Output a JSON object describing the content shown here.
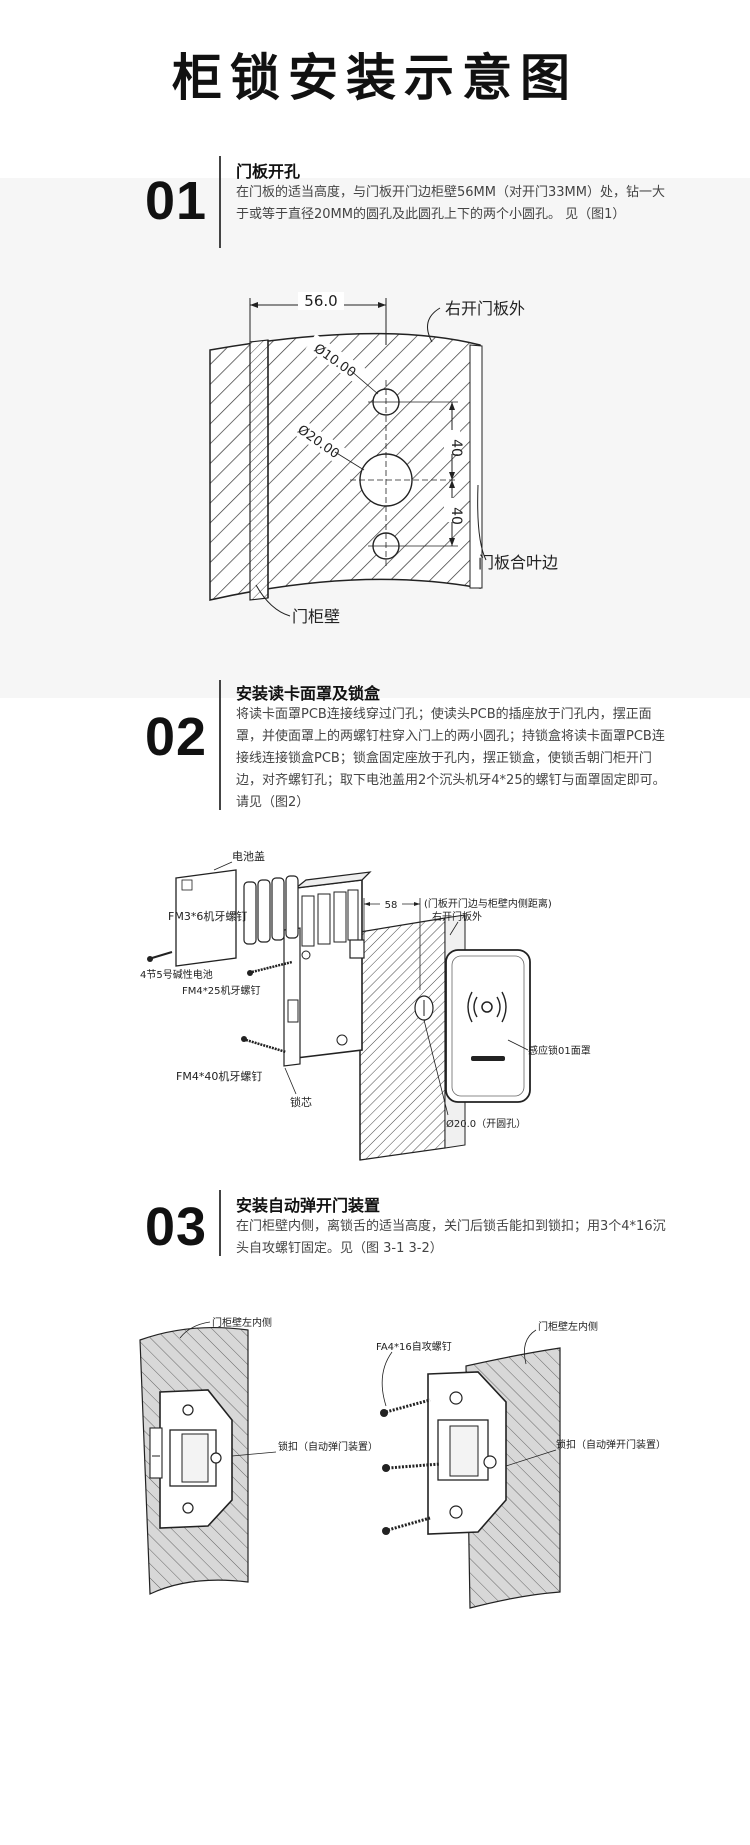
{
  "page": {
    "title": "柜锁安装示意图"
  },
  "steps": [
    {
      "num": "01",
      "title": "门板开孔",
      "body": "在门板的适当高度，与门板开门边柜壁56MM（对开门33MM）处，钻一大于或等于直径20MM的圆孔及此圆孔上下的两个小圆孔。 见（图1）",
      "labels": {
        "dim_56": "56.0",
        "d10": "Ø10.00",
        "d20": "Ø20.00",
        "dim40_top": "40",
        "dim40_bottom": "40",
        "right_outer": "右开门板外",
        "door_edge": "门板合叶边",
        "cabinet_wall": "门柜壁"
      }
    },
    {
      "num": "02",
      "title": "安装读卡面罩及锁盒",
      "body": "将读卡面罩PCB连接线穿过门孔；使读头PCB的插座放于门孔内，摆正面罩，并使面罩上的两螺钉柱穿入门上的两小圆孔；持锁盒将读卡面罩PCB连接线连接锁盒PCB；锁盒固定座放于孔内，摆正锁盒，使锁舌朝门柜开门边，对齐螺钉孔；取下电池盖用2个沉头机牙4*25的螺钉与面罩固定即可。请见（图2）",
      "labels": {
        "battery_cover": "电池盖",
        "screw_fm3": "FM3*6机牙螺钉",
        "batteries": "4节5号碱性电池",
        "screw_fm4_25": "FM4*25机牙螺钉",
        "screw_fm4_40": "FM4*40机牙螺钉",
        "lock_core": "锁芯",
        "dim_58": "58",
        "dim_58_note": "(门板开门边与柜壁内侧距离)",
        "right_outer": "右开门板外",
        "panel": "感应锁01面罩",
        "hole": "Ø20.0（开圆孔）"
      }
    },
    {
      "num": "03",
      "title": "安装自动弹开门装置",
      "body": "在门柜壁内侧，离锁舌的适当高度，关门后锁舌能扣到锁扣；用3个4*16沉头自攻螺钉固定。见（图 3-1  3-2）",
      "labels": {
        "wall_left_1": "门柜壁左内侧",
        "catch_1": "锁扣（自动弹门装置）",
        "screw_fa4": "FA4*16自攻螺钉",
        "wall_left_2": "门柜壁左内侧",
        "catch_2": "锁扣（自动弹开门装置）"
      }
    }
  ]
}
